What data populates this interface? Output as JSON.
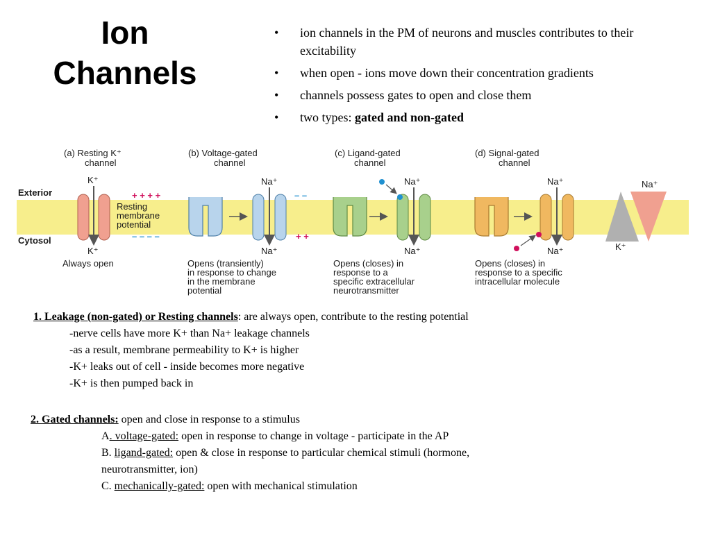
{
  "slide": {
    "title_line1": "Ion",
    "title_line2": "Channels",
    "bullets": [
      {
        "text": "ion channels in the PM of neurons and muscles contributes to their excitability"
      },
      {
        "text": "when open - ions move down their concentration gradients"
      },
      {
        "text": "channels possess gates to open and close them"
      },
      {
        "text": "two types: ",
        "bold": "gated and non-gated"
      }
    ]
  },
  "diagram": {
    "membrane_labels": {
      "exterior": "Exterior",
      "cytosol": "Cytosol"
    },
    "panels": {
      "a": {
        "title1": "(a)  Resting K⁺",
        "title2": "channel",
        "ion_top": "K⁺",
        "ion_bottom": "K⁺",
        "desc1": "Always open",
        "side1": "Resting",
        "side2": "membrane",
        "side3": "potential",
        "charge_top": "+ + + +",
        "charge_bottom": "– – – –"
      },
      "b": {
        "title1": "(b)  Voltage-gated",
        "title2": "channel",
        "ion_top": "Na⁺",
        "ion_bottom": "Na⁺",
        "charge_top": "– –",
        "charge_bottom": "+ +",
        "desc1": "Opens (transiently)",
        "desc2": "in response to change",
        "desc3": "in the membrane",
        "desc4": "potential"
      },
      "c": {
        "title1": "(c)  Ligand-gated",
        "title2": "channel",
        "ion_top": "Na⁺",
        "ion_bottom": "Na⁺",
        "desc1": "Opens (closes) in",
        "desc2": "response to a",
        "desc3": "specific extracellular",
        "desc4": "neurotransmitter"
      },
      "d": {
        "title1": "(d)  Signal-gated",
        "title2": "channel",
        "ion_top": "Na⁺",
        "ion_bottom": "Na⁺",
        "desc1": "Opens (closes) in",
        "desc2": "response to a specific",
        "desc3": "intracellular molecule"
      },
      "gradient": {
        "na": "Na⁺",
        "k": "K⁺"
      }
    },
    "colors": {
      "membrane": "#f7ee8c",
      "k_channel": "#f0a090",
      "voltage": "#b8d4ec",
      "ligand": "#a8d08c",
      "signal": "#f0b860",
      "charge_plus": "#d0105c",
      "charge_minus": "#2090d0",
      "k_triangle": "#b0b0b0",
      "na_triangle": "#f0a090",
      "ligand_dot": "#2090d0",
      "signal_dot": "#d0105c"
    }
  },
  "leakage": {
    "heading": "1. Leakage (non-gated) or Resting channels",
    "heading_rest": ": are always open, contribute to the resting potential",
    "lines": [
      "-nerve cells have more K+ than Na+ leakage channels",
      "-as a result, membrane permeability to K+ is higher",
      "-K+ leaks out of cell - inside becomes more negative",
      "-K+ is then pumped back in"
    ]
  },
  "gated": {
    "heading": "2. Gated channels:",
    "heading_rest": " open and close in response to a stimulus",
    "a_prefix": "A",
    "a_term": ". voltage-gated:",
    "a_rest": " open in response to change in voltage - participate in the AP",
    "b_prefix": "B. ",
    "b_term": "ligand-gated:",
    "b_rest": " open & close in response to particular chemical stimuli (hormone,",
    "b_rest2": "neurotransmitter, ion)",
    "c_prefix": "C. ",
    "c_term": "mechanically-gated:",
    "c_rest": " open with mechanical stimulation"
  }
}
